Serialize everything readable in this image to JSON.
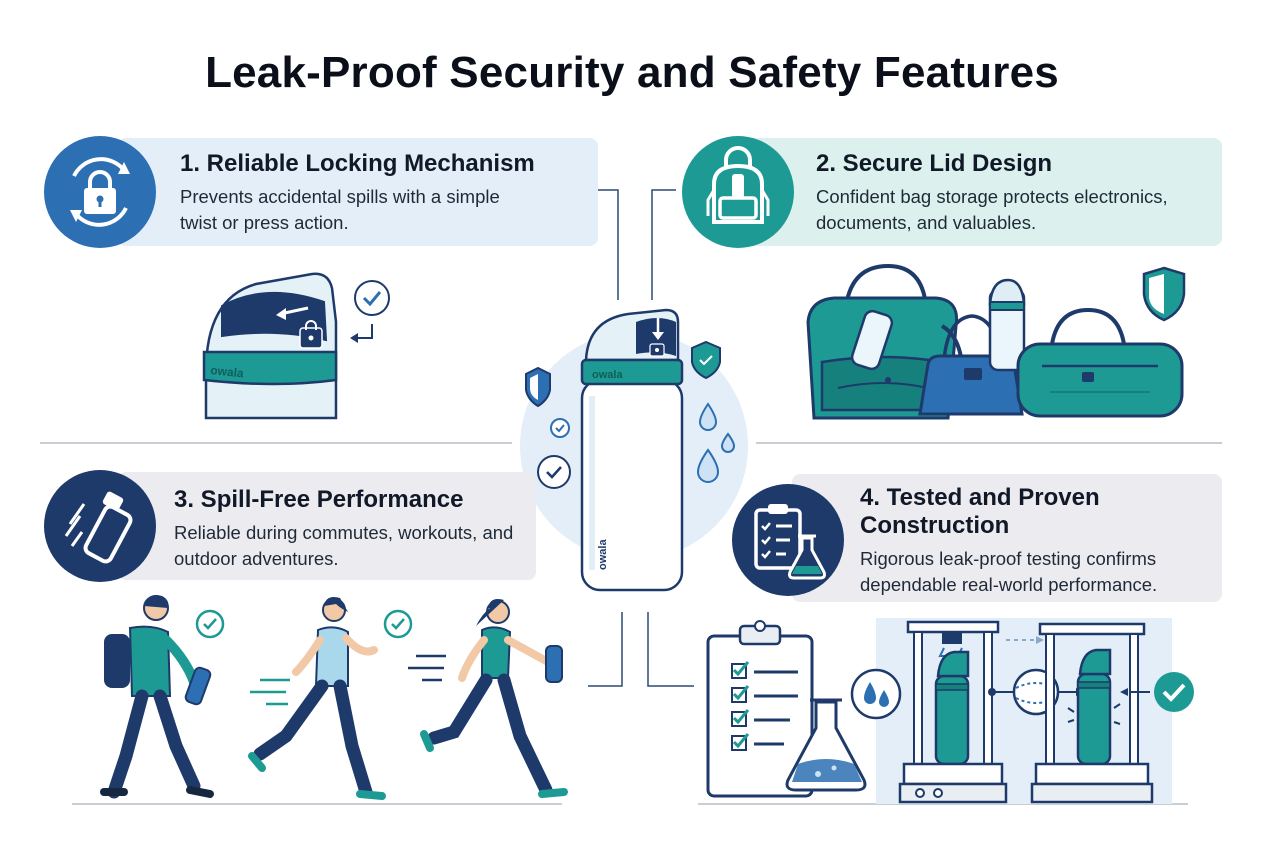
{
  "title": "Leak-Proof Security and Safety Features",
  "features": [
    {
      "heading": "1. Reliable Locking Mechanism",
      "text": "Prevents accidental spills with a simple twist or press action.",
      "icon": "padlock-cycle-icon"
    },
    {
      "heading": "2. Secure Lid Design",
      "text": "Confident bag storage protects electronics, documents, and valuables.",
      "icon": "backpack-icon"
    },
    {
      "heading": "3. Spill-Free Performance",
      "text": "Reliable during commutes, workouts, and outdoor adventures.",
      "icon": "bottle-motion-icon"
    },
    {
      "heading": "4. Tested and Proven Construction",
      "text": "Rigorous leak-proof testing confirms dependable real-world performance.",
      "icon": "clipboard-flask-icon"
    }
  ],
  "brand": "owala",
  "colors": {
    "navy": "#1e3a6b",
    "blue": "#2d6fb3",
    "teal": "#1e9a95",
    "lightblue": "#e3eef9",
    "lightteal": "#dcf1ee",
    "lightgray": "#ececf0"
  }
}
